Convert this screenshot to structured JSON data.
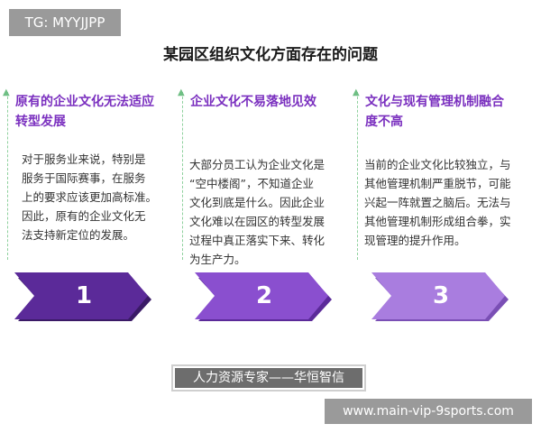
{
  "watermark": {
    "tag": "TG: MYYJJPP",
    "url": "www.main-vip-9sports.com"
  },
  "title": "某园区组织文化方面存在的问题",
  "columns": [
    {
      "heading_lines": [
        "原有的企业文化无法适应",
        "转型发展"
      ],
      "body_lines": [
        "对于服务业来说，特别是",
        "服务于国际赛事，在服务",
        "上的要求应该更加高标准。",
        "因此，原有的企业文化无",
        "法支持新定位的发展。"
      ],
      "number": "1"
    },
    {
      "heading_lines": [
        "企业文化不易落地见效"
      ],
      "body_lines": [
        "大部分员工认为企业文化是",
        "“空中楼阁”，不知道企业",
        "文化到底是什么。因此企业",
        "文化难以在园区的转型发展",
        "过程中真正落实下来、转化",
        "为生产力。"
      ],
      "number": "2"
    },
    {
      "heading_lines": [
        "文化与现有管理机制融合",
        "度不高"
      ],
      "body_lines": [
        "当前的企业文化比较独立，与",
        "其他管理机制严重脱节，可能",
        "兴起一阵就置之脑后。无法与",
        "其他管理机制形成组合拳，实",
        "现管理的提升作用。"
      ],
      "number": "3"
    }
  ],
  "banner": "人力资源专家——华恒智信",
  "colors": {
    "heading": "#7a2fbf",
    "chevron_1": "#5b2a99",
    "chevron_1_shadow": "#3a1a66",
    "chevron_2": "#8a4fcf",
    "chevron_2_shadow": "#5b2a99",
    "chevron_3": "#a97ddf",
    "chevron_3_shadow": "#7a4fb5",
    "dashed_line": "#8fd19e"
  },
  "icons": [
    "arrow-up-icon"
  ]
}
